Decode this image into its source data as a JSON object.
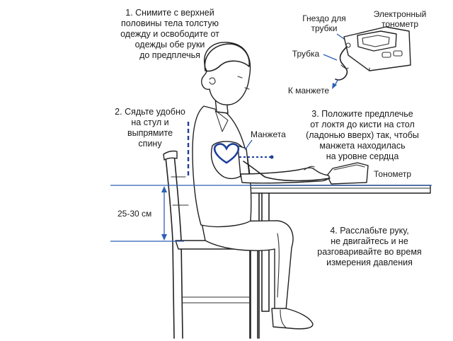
{
  "step1": [
    "1. Снимите с верхней",
    "половины тела толстую",
    "одежду и освободите от",
    "одежды обе руки",
    "до предплечья"
  ],
  "step2": [
    "2. Сядьте удобно",
    "на стул и",
    "выпрямите",
    "спину"
  ],
  "step3": [
    "3. Положите предплечье",
    "от локтя до кисти на стол",
    "(ладонью вверх) так, чтобы",
    "манжета находилась",
    "на уровне сердца"
  ],
  "step4": [
    "4. Расслабьте руку,",
    "не двигайтесь и не",
    "разговаривайте во время",
    "измерения давления"
  ],
  "device": {
    "socket": [
      "Гнездо для",
      "трубки"
    ],
    "monitor": [
      "Электронный",
      "тонометр"
    ],
    "tube": "Трубка",
    "to_cuff": "К манжете"
  },
  "labels": {
    "cuff": "Манжета",
    "monitor": "Тонометр",
    "height": "25-30 см"
  },
  "colors": {
    "guide": "#2f5fb3",
    "heart": "#1f3f9c"
  }
}
